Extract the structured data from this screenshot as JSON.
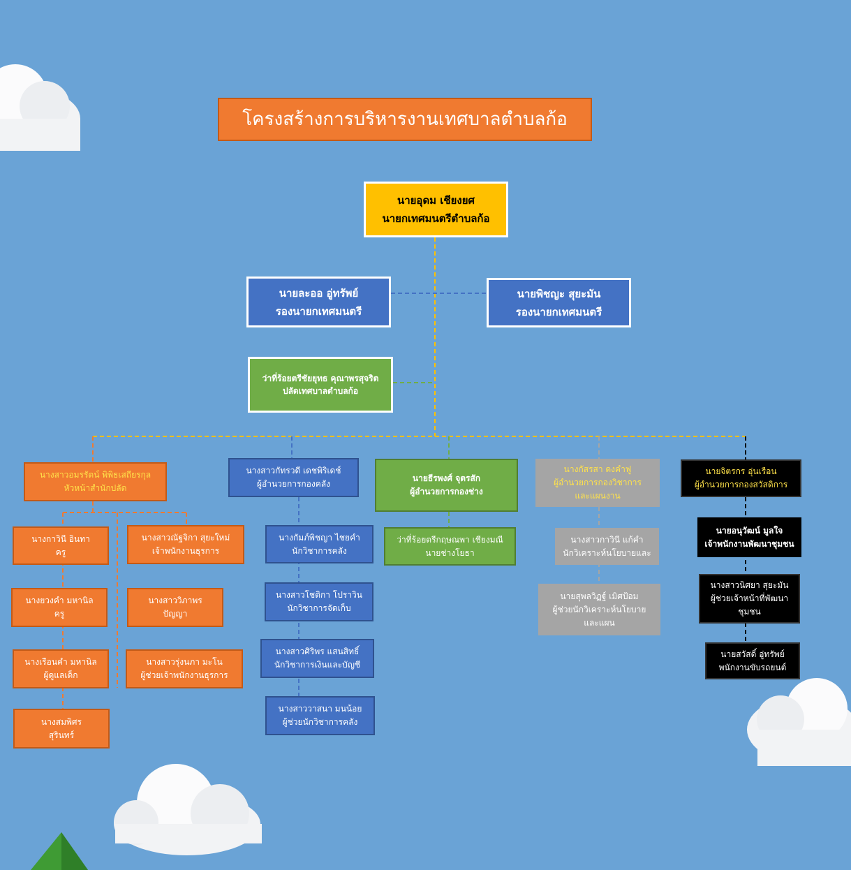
{
  "title": "โครงสร้างการบริหารงานเทศบาลตำบลก้อ",
  "mayor": {
    "name": "นายอุดม เชียงยศ",
    "position": "นายกเทศมนตรีตำบลก้อ"
  },
  "deputy_left": {
    "name": "นายละออ อู่ทรัพย์",
    "position": "รองนายกเทศมนตรี"
  },
  "deputy_right": {
    "name": "นายพิชญะ สุยะมัน",
    "position": "รองนายกเทศมนตรี"
  },
  "clerk": {
    "name": "ว่าที่ร้อยตรีชัยยุทธ คุณาพรสุจริต",
    "position": "ปลัดเทศบาลตำบลก้อ"
  },
  "departments": [
    {
      "id": "office",
      "name": "นางสาวอมรรัตน์ พิพิธเสถียรกุล",
      "position": "หัวหน้าสำนักปลัด",
      "staff": [
        {
          "name": "นางกาวินี อินทา",
          "position": "ครู"
        },
        {
          "name": "นางสาวณัฐจิกา สุยะใหม่",
          "position": "เจ้าพนักงานธุรการ"
        },
        {
          "name": "นางยวงคำ มหานิล",
          "position": "ครู"
        },
        {
          "name": "นางสาววิภาพร",
          "position": "ปัญญา"
        },
        {
          "name": "นางเรือนคำ มหานิล",
          "position": "ผู้ดูแลเด็ก"
        },
        {
          "name": "นางสาวรุ่งนภา มะโน",
          "position": "ผู้ช่วยเจ้าพนักงานธุรการ"
        },
        {
          "name": "นางสมพิศร",
          "position": "สุรินทร์"
        }
      ]
    },
    {
      "id": "finance",
      "name": "นางสาวกัทรวดี เดชพิริเดช์",
      "position": "ผู้อำนวยการกองคลัง",
      "staff": [
        {
          "name": "นางกัมภ์พิชญา ไชยคำ",
          "position": "นักวิชาการคลัง"
        },
        {
          "name": "นางสาวโชติกา โปราวิน",
          "position": "นักวิชาการจัดเก็บ"
        },
        {
          "name": "นางสาวศิริพร แสนสิทธิ์",
          "position": "นักวิชาการเงินและบัญชี"
        },
        {
          "name": "นางสาววาสนา มนน้อย",
          "position": "ผู้ช่วยนักวิชาการคลัง"
        }
      ]
    },
    {
      "id": "engineering",
      "name": "นายธีรพงศ์ จุตรสัก",
      "position": "ผู้อำนวยการกองช่าง",
      "staff": [
        {
          "name": "ว่าที่ร้อยตรีกฤษณพา เชียงมณี",
          "position": "นายช่างโยธา"
        }
      ]
    },
    {
      "id": "education",
      "name": "นางกัสรสา ดงคำฟู",
      "position": "ผู้อำนวยการกองวิชาการ",
      "position2": "และแผนงาน",
      "staff": [
        {
          "name": "นางสาวกาวินี แก้คำ",
          "position": "นักวิเคราะห์นโยบายและ"
        },
        {
          "name": "นายสุพลวิฏฐ์ เมิศป้อม",
          "position": "ผู้ช่วยนักวิเคราะห์นโยบาย",
          "position2": "และแผน"
        }
      ]
    },
    {
      "id": "welfare",
      "name": "นายจิตรกร อุ่นเรือน",
      "position": "ผู้อำนวยการกองสวัสดิการ",
      "staff": [
        {
          "name": "นายอนุวัฒน์ มูลใจ",
          "position": "เจ้าพนักงานพัฒนาชุมชน"
        },
        {
          "name": "นางสาวนิศยา สุยะมัน",
          "position": "ผู้ช่วยเจ้าหน้าที่พัฒนา",
          "position2": "ชุมชน"
        },
        {
          "name": "นายสวัสดิ์ อู่ทรัพย์",
          "position": "พนักงานขับรถยนต์"
        }
      ]
    }
  ],
  "colors": {
    "background": "#6aa3d6",
    "orange": "#f07a30",
    "blue": "#4472c4",
    "green": "#70ad47",
    "grey": "#a5a5a5",
    "black": "#000000",
    "gold": "#ffc000",
    "highlight_text": "#ffe24a"
  }
}
